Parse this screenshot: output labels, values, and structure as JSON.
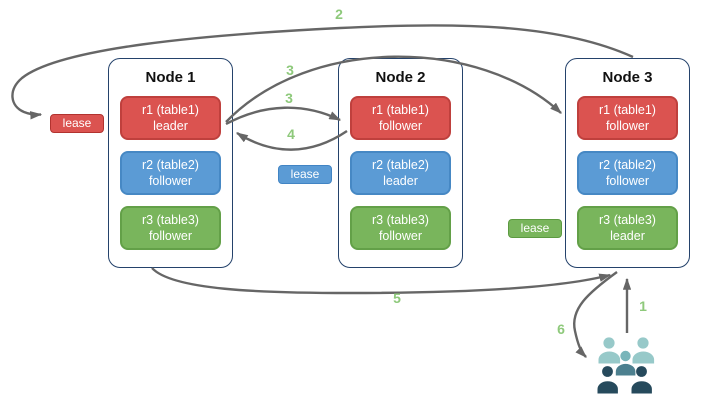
{
  "diagram": {
    "nodes": [
      {
        "title": "Node 1",
        "replicas": [
          {
            "name": "r1 (table1)",
            "role": "leader",
            "color": "red"
          },
          {
            "name": "r2 (table2)",
            "role": "follower",
            "color": "blue"
          },
          {
            "name": "r3 (table3)",
            "role": "follower",
            "color": "green"
          }
        ]
      },
      {
        "title": "Node 2",
        "replicas": [
          {
            "name": "r1 (table1)",
            "role": "follower",
            "color": "red"
          },
          {
            "name": "r2 (table2)",
            "role": "leader",
            "color": "blue"
          },
          {
            "name": "r3 (table3)",
            "role": "follower",
            "color": "green"
          }
        ]
      },
      {
        "title": "Node 3",
        "replicas": [
          {
            "name": "r1 (table1)",
            "role": "follower",
            "color": "red"
          },
          {
            "name": "r2 (table2)",
            "role": "follower",
            "color": "blue"
          },
          {
            "name": "r3 (table3)",
            "role": "leader",
            "color": "green"
          }
        ]
      }
    ],
    "leases": [
      {
        "label": "lease",
        "color": "red"
      },
      {
        "label": "lease",
        "color": "blue"
      },
      {
        "label": "lease",
        "color": "green"
      }
    ],
    "steps": {
      "s1": "1",
      "s2": "2",
      "s3a": "3",
      "s3b": "3",
      "s4": "4",
      "s5": "5",
      "s6": "6"
    },
    "colors": {
      "red_fill": "#db5350",
      "red_border": "#bf403d",
      "blue_fill": "#5b9bd5",
      "blue_border": "#4688c4",
      "green_fill": "#79b55c",
      "green_border": "#63a048",
      "node_border": "#24426b",
      "arrow": "#666666",
      "step_label": "#8ec97b",
      "users_light": "#97c9c9",
      "users_mid_head": "#79b5ba",
      "users_mid_body": "#4d808f",
      "users_dark": "#264a5c"
    }
  }
}
